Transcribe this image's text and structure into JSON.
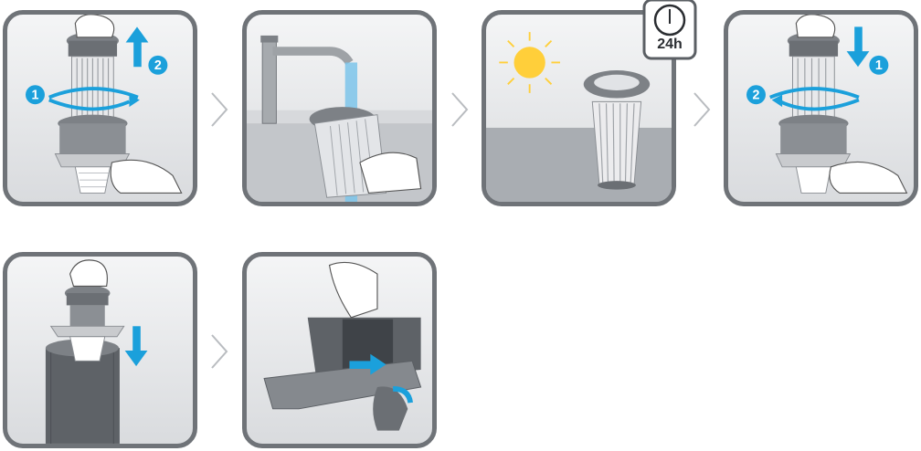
{
  "colors": {
    "frame": "#6f7378",
    "accent_blue": "#1ba0db",
    "gray_dark": "#5b5f64",
    "gray_light": "#d9dbde"
  },
  "icons": [
    "filter-icon",
    "hand-icon",
    "arrow-up-icon",
    "arrow-down-icon",
    "rotate-arrow-icon",
    "faucet-icon",
    "sun-icon",
    "clock-icon",
    "vacuum-icon",
    "chevron-right-icon"
  ],
  "steps": [
    {
      "badges": [
        "1",
        "2"
      ]
    },
    {
      "badges": []
    },
    {
      "badges": []
    },
    {
      "badges": [
        "1",
        "2"
      ]
    },
    {
      "badges": []
    },
    {
      "badges": []
    }
  ],
  "timer": {
    "label": "24h"
  }
}
